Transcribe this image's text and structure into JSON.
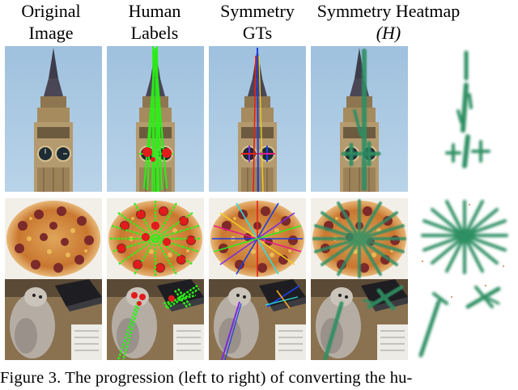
{
  "columns": [
    {
      "line1": "Original",
      "line2": "Image"
    },
    {
      "line1": "Human",
      "line2": "Labels"
    },
    {
      "line1": "Symmetry",
      "line2": "GTs"
    },
    {
      "line1": "Symmetry Heatmap",
      "line2": "(H)"
    }
  ],
  "rows": [
    "clock-tower",
    "pizza",
    "dog-and-laptop"
  ],
  "caption": "Figure 3. The progression (left to right) of converting the hu-",
  "colors": {
    "sky": "#a9c7e0",
    "tower_stone": "#b49a6f",
    "tower_dark": "#3d3a45",
    "label_green": "#2cf019",
    "label_red": "#e21b1b",
    "heatmap_green": "#2e8f64",
    "pizza_crust": "#d79a45",
    "salami": "#7c2a2a"
  }
}
